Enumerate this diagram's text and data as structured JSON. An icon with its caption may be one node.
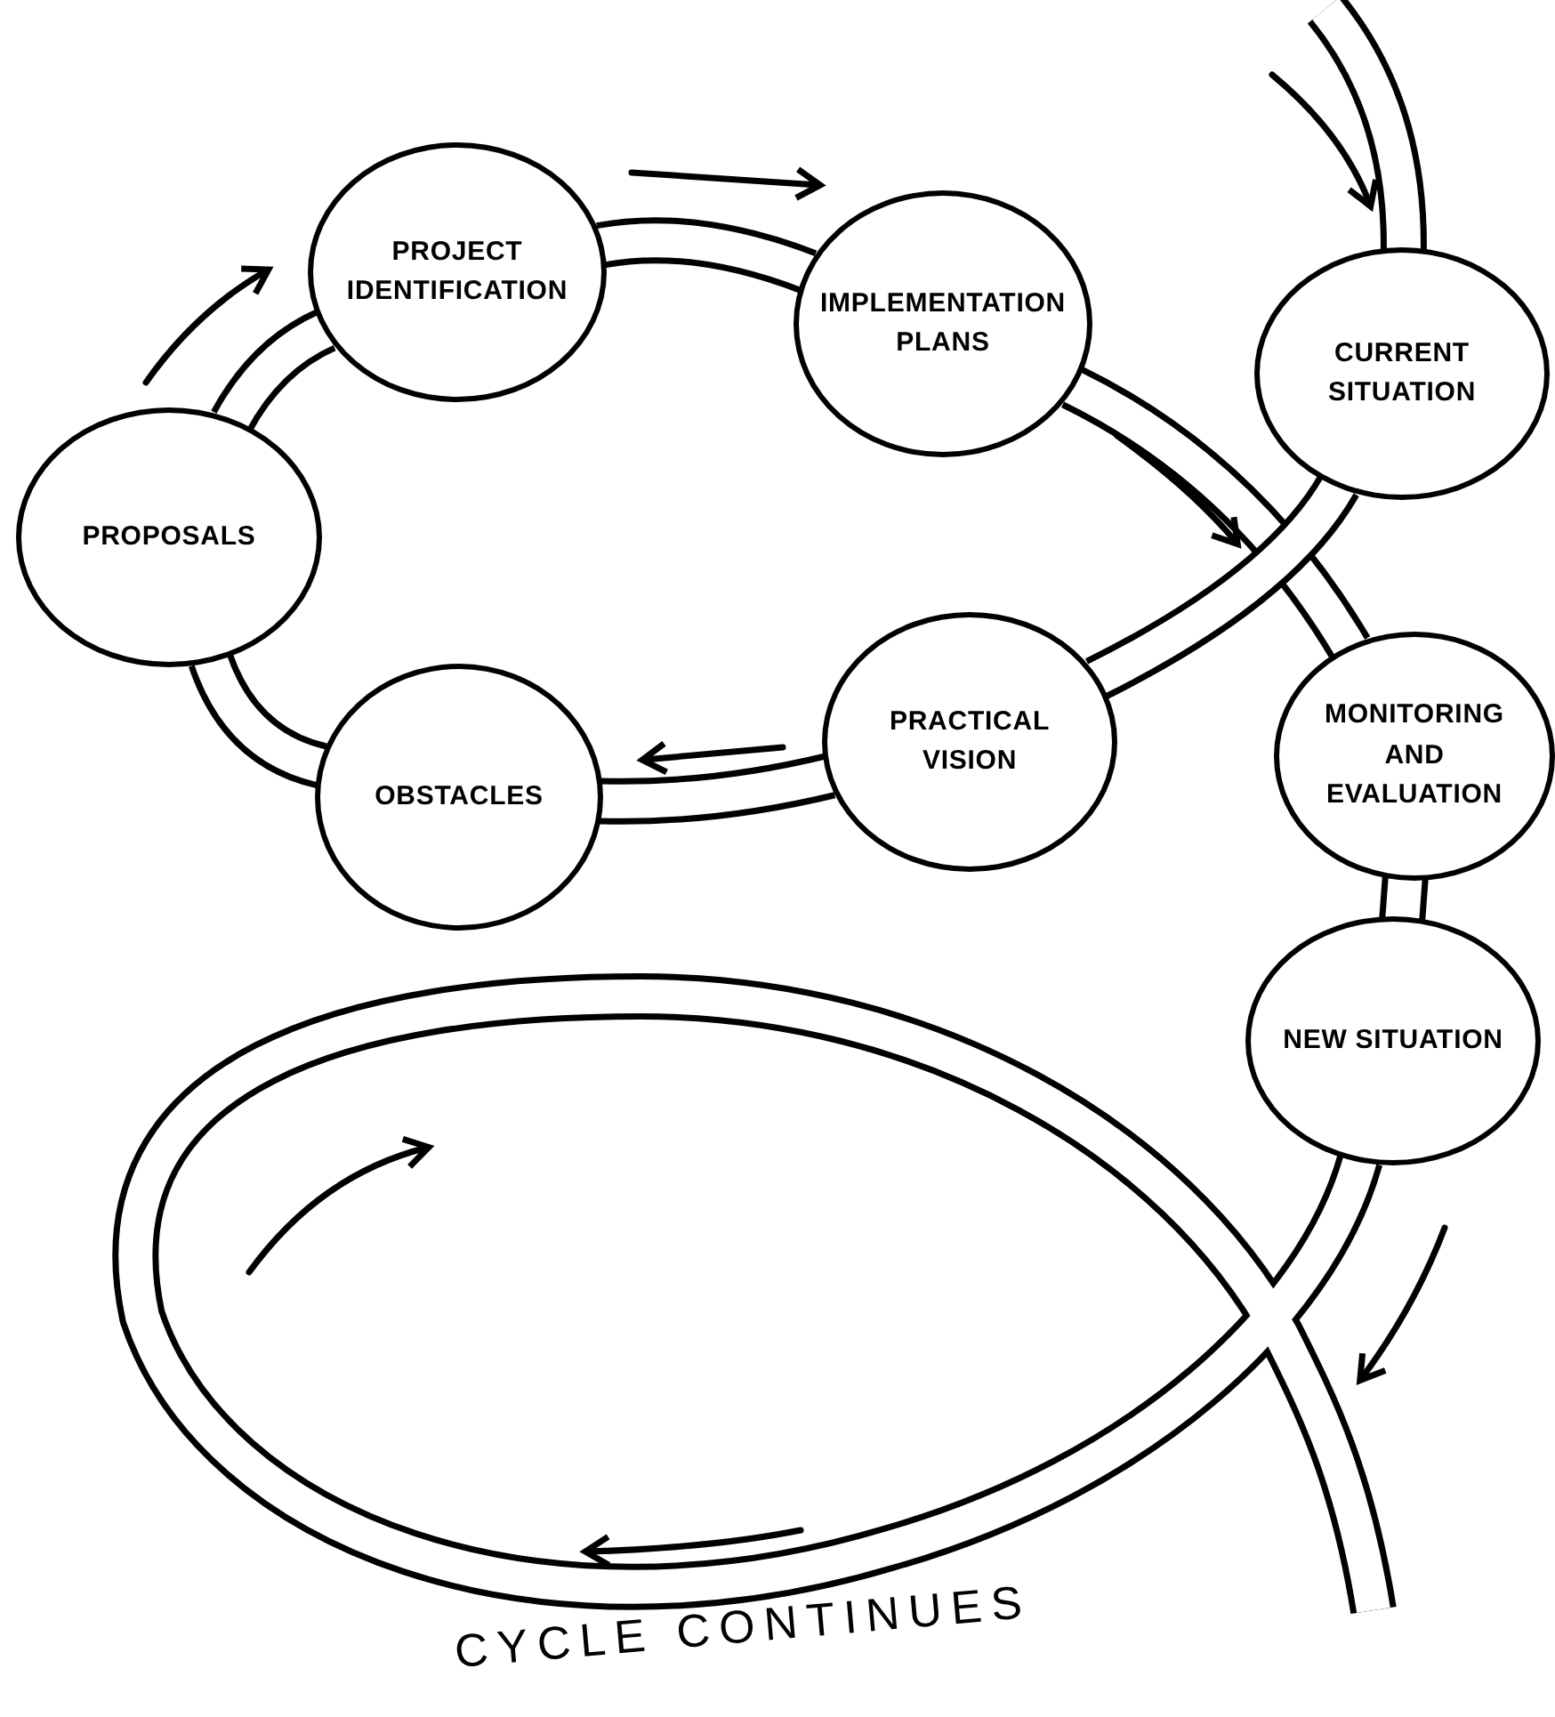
{
  "diagram": {
    "nodes": [
      {
        "text": [
          "PROJECT IDENTIFICATION"
        ]
      },
      {
        "text": [
          "IMPLEMENTATION PLANS"
        ]
      },
      {
        "text": [
          "CURRENT SITUATION"
        ]
      },
      {
        "text": [
          "PROPOSALS"
        ]
      },
      {
        "text": [
          "OBSTACLES"
        ]
      },
      {
        "text": [
          "PRACTICAL VISION"
        ]
      },
      {
        "text": [
          "MONITORING AND EVALUATION"
        ]
      },
      {
        "text": [
          "NEW SITUATION"
        ]
      }
    ],
    "edges": [
      {
        "from": null,
        "to": 2,
        "arrow": "none"
      },
      {
        "from": 3,
        "to": 0,
        "arrow": "none"
      },
      {
        "from": 0,
        "to": 1,
        "arrow": "none"
      },
      {
        "from": 1,
        "to": 6,
        "arrow": "none"
      },
      {
        "from": 2,
        "to": 5,
        "arrow": "none"
      },
      {
        "from": 5,
        "to": 4,
        "arrow": "none"
      },
      {
        "from": 4,
        "to": 3,
        "arrow": "none"
      },
      {
        "from": 6,
        "to": 7,
        "arrow": "none"
      },
      {
        "from": 7,
        "to": null,
        "arrow": "none"
      }
    ],
    "labels": [
      "CYCLE CONTINUES"
    ]
  }
}
